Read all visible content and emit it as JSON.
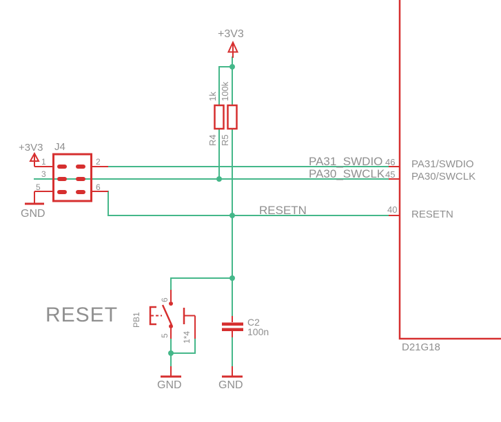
{
  "colors": {
    "wire_green": "#44b789",
    "symbol_red": "#d62f2f",
    "label_gray": "#8f8f8f",
    "background": "#ffffff"
  },
  "power": {
    "vcc_top_label": "+3V3",
    "vcc_j4_label": "+3V3",
    "gnd_j4_label": "GND",
    "gnd_button_label": "GND",
    "gnd_cap_label": "GND"
  },
  "resistors": {
    "r4": {
      "ref": "R4",
      "value": "1k"
    },
    "r5": {
      "ref": "R5",
      "value": "100k"
    }
  },
  "connector": {
    "ref": "J4",
    "pin1": "1",
    "pin2": "2",
    "pin3": "3",
    "pin5": "5",
    "pin6": "6"
  },
  "button": {
    "net_label": "RESET",
    "ref": "PB1",
    "pin_top": "6",
    "pin_bottom": "5",
    "bridge_label": "1*4"
  },
  "capacitor": {
    "ref": "C2",
    "value": "100n"
  },
  "nets": {
    "swdio": "PA31_SWDIO",
    "swclk": "PA30_SWCLK",
    "resetn": "RESETN"
  },
  "ic": {
    "ref": "D21G18",
    "pins": [
      {
        "number": "46",
        "name": "PA31/SWDIO"
      },
      {
        "number": "45",
        "name": "PA30/SWCLK"
      },
      {
        "number": "40",
        "name": "RESETN"
      }
    ]
  }
}
